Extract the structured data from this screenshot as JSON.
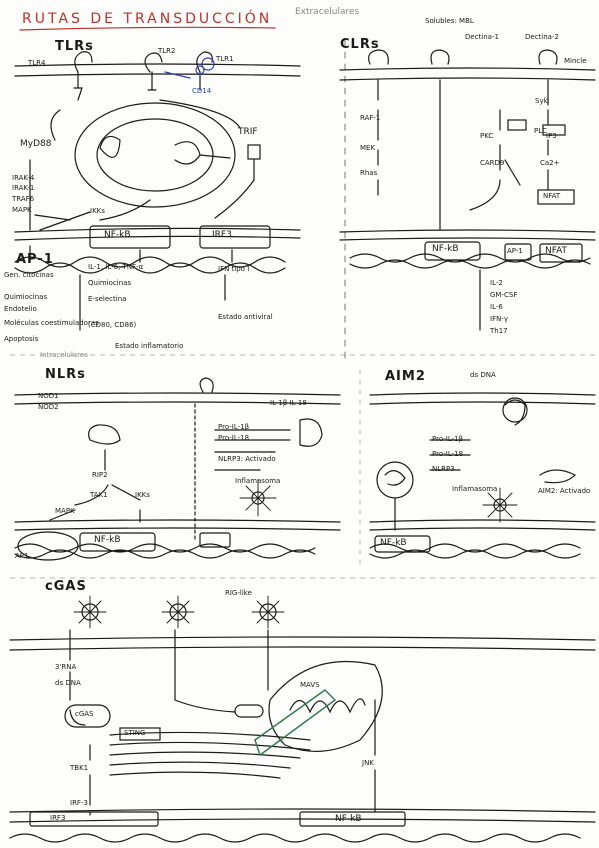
{
  "title": "RUTAS DE TRANSDUCCIÓN",
  "top_note": "Extracelulares",
  "tlr": {
    "header": "TLRs",
    "receptors": [
      "TLR4",
      "TLR2",
      "TLR1",
      "CD14"
    ],
    "adapters": [
      "MyD88",
      "TRIF"
    ],
    "cascade": [
      "IRAK-4",
      "IRAK-1",
      "TRAF6",
      "MAPK",
      "IKKs"
    ],
    "nucleus_factors": [
      "AP-1",
      "NF-kB",
      "IRF3"
    ],
    "outcomes_left": [
      "Gen. citocinas",
      "Quimiocinas",
      "Endotelio",
      "Moléculas coestimuladoras",
      "Apoptosis"
    ],
    "outcomes_mid": [
      "IL-1, IL-6, TNF-α",
      "Quimiocinas",
      "E-selectina",
      "(CD80, CD86)"
    ],
    "outcomes_right": [
      "IFN tipo I",
      "Estado antiviral"
    ],
    "footnote": "Estado inflamatorio"
  },
  "clr": {
    "header": "CLRs",
    "subheader": "Solubles: MBL",
    "receptors": [
      "Dectina-1",
      "Dectina-2",
      "Mincle"
    ],
    "cascade_left": [
      "RAF-1",
      "MEK",
      "Rhas"
    ],
    "cascade_mid": [
      "Syk",
      "PKC",
      "CARD9"
    ],
    "cascade_right": [
      "PLC",
      "IP3",
      "Ca2+",
      "NFAT"
    ],
    "nucleus_factors": [
      "NF-kB",
      "AP-1",
      "NFAT"
    ],
    "outcomes": [
      "IL-2",
      "GM-CSF",
      "IL-6",
      "IFN-γ",
      "Th17"
    ]
  },
  "nlr": {
    "header": "NLRs",
    "subheader": "Intracelulares",
    "items": [
      "NOD1",
      "NOD2",
      "RIP2",
      "TAK1",
      "IKKs",
      "MAPK",
      "NLRP3",
      "Inflamasoma"
    ],
    "products": [
      "Pro-IL-1β",
      "Pro-IL-18",
      "NLRP3: Activado"
    ],
    "nucleus_factors": [
      "AP1",
      "NF-kB"
    ],
    "cytokines": "IL-1β  IL-18"
  },
  "aim2": {
    "header": "AIM2",
    "subheader": "ds DNA",
    "items": [
      "Pro-IL-1β",
      "Pro-IL-18",
      "NLRP3",
      "Inflamasoma",
      "AIM2: Activado"
    ],
    "nucleus_factors": [
      "NF-kB"
    ]
  },
  "cgas": {
    "header": "cGAS",
    "rig": "RIG-like",
    "items": [
      "3'RNA",
      "ds DNA",
      "cGAS",
      "STING",
      "TBK1",
      "IRF-3",
      "IRF3",
      "NF-kB",
      "MAVS",
      "JNK"
    ]
  }
}
